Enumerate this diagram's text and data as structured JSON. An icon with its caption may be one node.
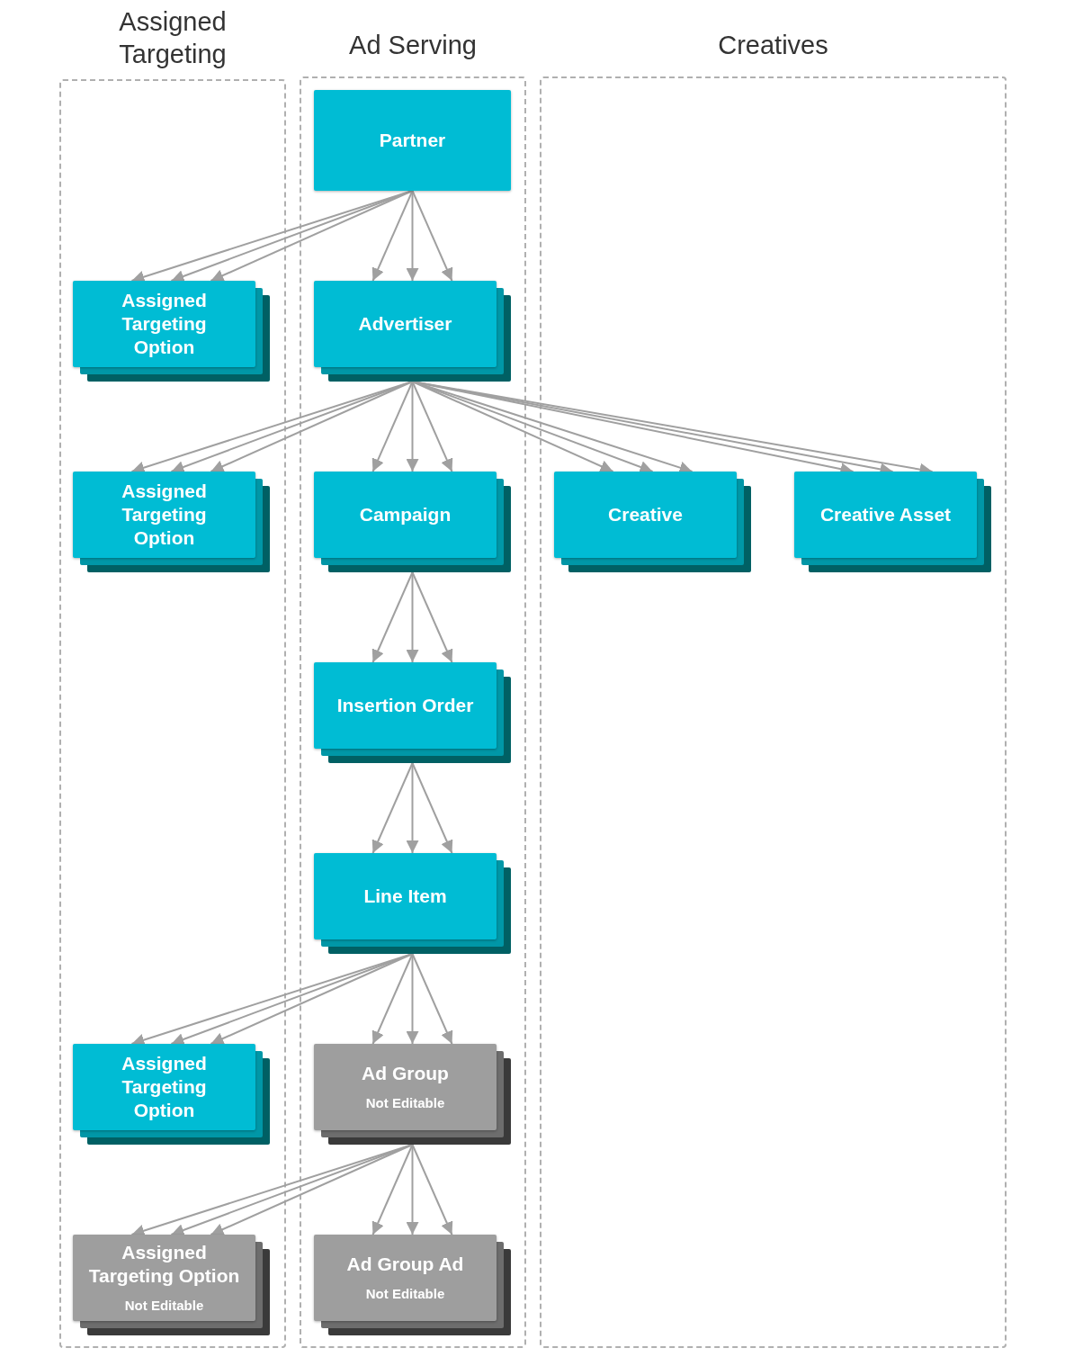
{
  "diagram": {
    "nodes": [
      {
        "text": [
          "Assigned Targeting"
        ]
      },
      {
        "text": [
          "Ad Serving"
        ]
      },
      {
        "text": [
          "Creatives"
        ]
      },
      {
        "text": [
          "Partner"
        ],
        "in": 1
      },
      {
        "text": [
          "Assigned Targeting Option"
        ],
        "in": 0
      },
      {
        "text": [
          "Advertiser"
        ],
        "in": 1
      },
      {
        "text": [
          "Assigned Targeting Option"
        ],
        "in": 0
      },
      {
        "text": [
          "Campaign"
        ],
        "in": 1
      },
      {
        "text": [
          "Creative"
        ],
        "in": 2
      },
      {
        "text": [
          "Creative Asset"
        ],
        "in": 2
      },
      {
        "text": [
          "Insertion Order"
        ],
        "in": 1
      },
      {
        "text": [
          "Line Item"
        ],
        "in": 1
      },
      {
        "text": [
          "Assigned Targeting Option"
        ],
        "in": 0
      },
      {
        "text": [
          "Ad Group",
          "Not Editable"
        ],
        "in": 1
      },
      {
        "text": [
          "Assigned Targeting Option",
          "Not Editable"
        ],
        "in": 0
      },
      {
        "text": [
          "Ad Group Ad",
          "Not Editable"
        ],
        "in": 1
      }
    ],
    "edges": [
      {
        "from": 3,
        "to": 4,
        "arrow": "to"
      },
      {
        "from": 3,
        "to": 4,
        "arrow": "to"
      },
      {
        "from": 3,
        "to": 4,
        "arrow": "to"
      },
      {
        "from": 3,
        "to": 5,
        "arrow": "to"
      },
      {
        "from": 3,
        "to": 5,
        "arrow": "to"
      },
      {
        "from": 3,
        "to": 5,
        "arrow": "to"
      },
      {
        "from": 5,
        "to": 6,
        "arrow": "to"
      },
      {
        "from": 5,
        "to": 6,
        "arrow": "to"
      },
      {
        "from": 5,
        "to": 6,
        "arrow": "to"
      },
      {
        "from": 5,
        "to": 7,
        "arrow": "to"
      },
      {
        "from": 5,
        "to": 7,
        "arrow": "to"
      },
      {
        "from": 5,
        "to": 7,
        "arrow": "to"
      },
      {
        "from": 5,
        "to": 8,
        "arrow": "to"
      },
      {
        "from": 5,
        "to": 8,
        "arrow": "to"
      },
      {
        "from": 5,
        "to": 8,
        "arrow": "to"
      },
      {
        "from": 5,
        "to": 9,
        "arrow": "to"
      },
      {
        "from": 5,
        "to": 9,
        "arrow": "to"
      },
      {
        "from": 5,
        "to": 9,
        "arrow": "to"
      },
      {
        "from": 7,
        "to": 10,
        "arrow": "to"
      },
      {
        "from": 7,
        "to": 10,
        "arrow": "to"
      },
      {
        "from": 7,
        "to": 10,
        "arrow": "to"
      },
      {
        "from": 10,
        "to": 11,
        "arrow": "to"
      },
      {
        "from": 10,
        "to": 11,
        "arrow": "to"
      },
      {
        "from": 10,
        "to": 11,
        "arrow": "to"
      },
      {
        "from": 11,
        "to": 12,
        "arrow": "to"
      },
      {
        "from": 11,
        "to": 12,
        "arrow": "to"
      },
      {
        "from": 11,
        "to": 12,
        "arrow": "to"
      },
      {
        "from": 11,
        "to": 13,
        "arrow": "to"
      },
      {
        "from": 11,
        "to": 13,
        "arrow": "to"
      },
      {
        "from": 11,
        "to": 13,
        "arrow": "to"
      },
      {
        "from": 13,
        "to": 14,
        "arrow": "to"
      },
      {
        "from": 13,
        "to": 14,
        "arrow": "to"
      },
      {
        "from": 13,
        "to": 14,
        "arrow": "to"
      },
      {
        "from": 13,
        "to": 15,
        "arrow": "to"
      },
      {
        "from": 13,
        "to": 15,
        "arrow": "to"
      },
      {
        "from": 13,
        "to": 15,
        "arrow": "to"
      }
    ]
  }
}
